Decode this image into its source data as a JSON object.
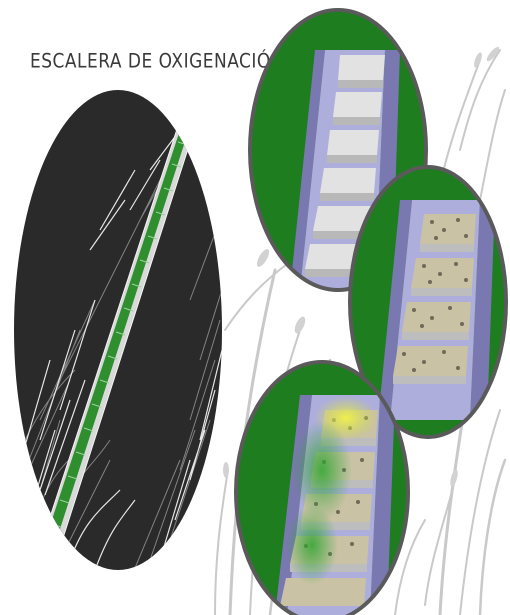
{
  "title": "ESCALERA DE OXIGENACIÓN",
  "colors": {
    "background": "#ffffff",
    "grass_background": "#cfcfcf",
    "vegetation_green": "#1f8a1f",
    "channel_wall": "#a9a6d9",
    "concrete_step": "#d6d6d6",
    "gravel": "#b9b29a",
    "aeration_yellow": "#d8e23a",
    "disc_rim": "#555555"
  },
  "panels": [
    {
      "name": "overview",
      "content": "aerial view of stepped channel on slope"
    },
    {
      "name": "detail-concrete-steps",
      "content": "empty concrete steps"
    },
    {
      "name": "detail-gravel-steps",
      "content": "steps filled with gravel"
    },
    {
      "name": "detail-aeration",
      "content": "water flowing over gravel steps with aeration"
    }
  ]
}
